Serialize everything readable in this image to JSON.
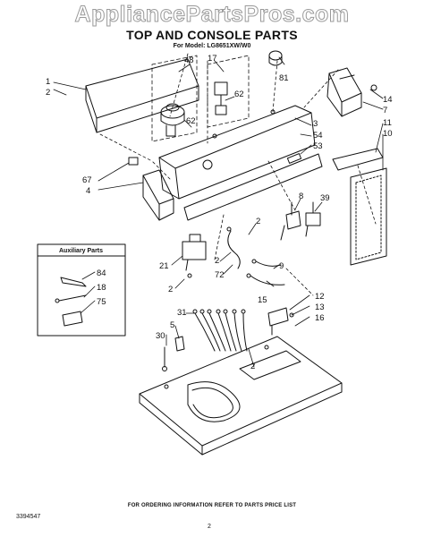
{
  "watermark": "AppliancePartsPros.com",
  "title": "TOP AND CONSOLE PARTS",
  "subtitle": "For Model: LG8651XW/W0",
  "auxiliary_box": {
    "title": "Auxiliary Parts",
    "callouts": [
      "84",
      "18",
      "75"
    ]
  },
  "callouts": {
    "c1": "1",
    "c2a": "2",
    "c48": "48",
    "c17": "17",
    "c81": "81",
    "c62a": "62",
    "c62b": "62",
    "c14": "14",
    "c7": "7",
    "c3": "3",
    "c54": "54",
    "c53": "53",
    "c11": "11",
    "c10": "10",
    "c67": "67",
    "c4": "4",
    "c8": "8",
    "c39": "39",
    "c2b": "2",
    "c21": "21",
    "c2c": "2",
    "c72": "72",
    "c2d": "2",
    "c9": "9",
    "c15": "15",
    "c12": "12",
    "c13": "13",
    "c16": "16",
    "c31": "31",
    "c5": "5",
    "c30": "30",
    "c2e": "2"
  },
  "footer_note": "FOR ORDERING INFORMATION REFER TO PARTS PRICE LIST",
  "doc_number": "3394547",
  "page_number": "2"
}
